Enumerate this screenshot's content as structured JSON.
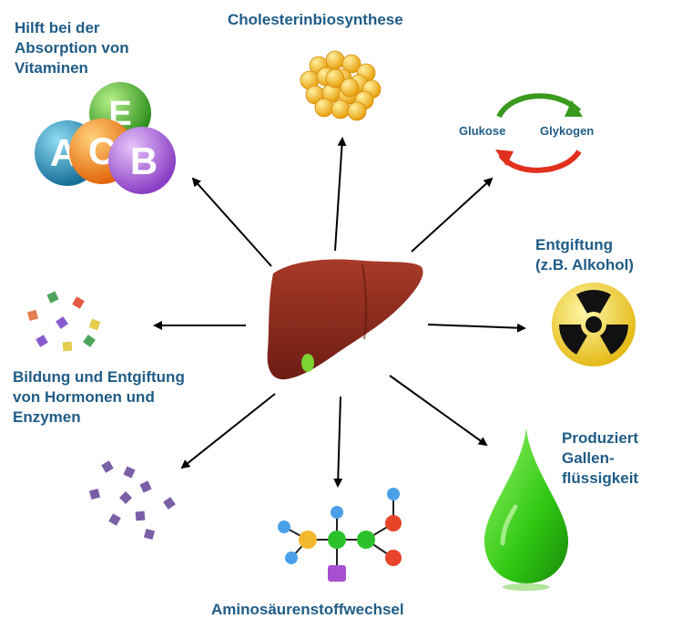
{
  "labels": {
    "vitamins": [
      "Hilft bei der",
      "Absorption von",
      "Vitaminen"
    ],
    "cholesterol": "Cholesterinbiosynthese",
    "glukose": "Glukose",
    "glykogen": "Glykogen",
    "detox": [
      "Entgiftung",
      "(z.B. Alkohol)"
    ],
    "hormones": [
      "Bildung und Entgiftung",
      "von Hormonen und",
      "Enzymen"
    ],
    "bile": [
      "Produziert",
      "Gallen-",
      "flüssigkeit"
    ],
    "amino": "Aminosäurenstoffwechsel"
  },
  "vitamin_letters": [
    "E",
    "A",
    "C",
    "B"
  ],
  "colors": {
    "label_text": "#1f5c86",
    "liver": "#8b2a1e",
    "gallbladder": "#7bd334",
    "arrow": "#000000",
    "cycle_green": "#3a9a1e",
    "cycle_red": "#e1301e",
    "vitamin_E": "#3fae2a",
    "vitamin_A": "#1f8fb8",
    "vitamin_C": "#f28c1c",
    "vitamin_B": "#a65ad6",
    "fat_globules": "#f6c21a",
    "hazard_yellow": "#f7dc1c",
    "bile_drop": "#43d91a",
    "diamond_dark": "#6a4f9c"
  },
  "icons": [
    "liver-icon",
    "vitamin-balls-icon",
    "fat-cluster-icon",
    "cycle-arrows-icon",
    "radiation-icon",
    "hormone-crystals-icon",
    "enzyme-crystals-icon",
    "molecule-icon",
    "bile-drop-icon"
  ]
}
